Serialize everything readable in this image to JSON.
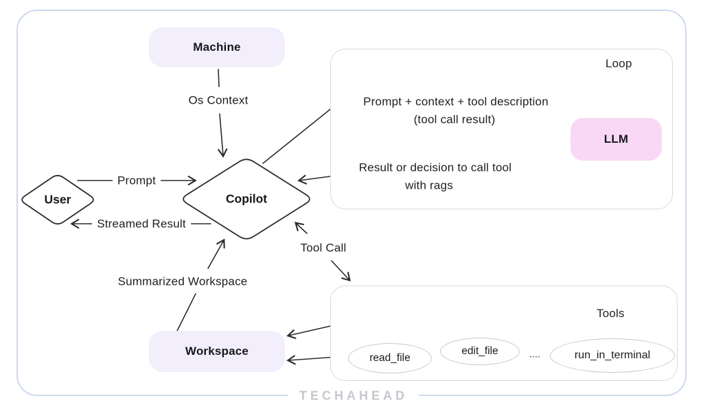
{
  "diagram": {
    "nodes": {
      "machine": {
        "label": "Machine"
      },
      "user": {
        "label": "User"
      },
      "copilot": {
        "label": "Copilot"
      },
      "llm": {
        "label": "LLM"
      },
      "workspace": {
        "label": "Workspace"
      }
    },
    "containers": {
      "loop": {
        "label": "Loop"
      },
      "tools": {
        "label": "Tools"
      }
    },
    "tool_items": {
      "read_file": "read_file",
      "edit_file": "edit_file",
      "dots": "....",
      "run_in_terminal": "run_in_terminal"
    },
    "edges": {
      "os_context": "Os Context",
      "prompt": "Prompt",
      "streamed_result": "Streamed Result",
      "summarized_workspace": "Summarized Workspace",
      "tool_call": "Tool Call",
      "to_llm_line1": "Prompt + context + tool description",
      "to_llm_line2": "(tool call result)",
      "from_llm_line1": "Result or decision to call tool",
      "from_llm_line2": "with rags"
    },
    "watermark": "TECHAHEAD",
    "colors": {
      "node_lavender": "#F2EEFB",
      "node_pink": "#F8D8F4",
      "frame_border": "#CCD9EE",
      "box_border": "#DADADA",
      "line": "#2B2B2B",
      "watermark_gray": "#C7C7CD"
    }
  }
}
